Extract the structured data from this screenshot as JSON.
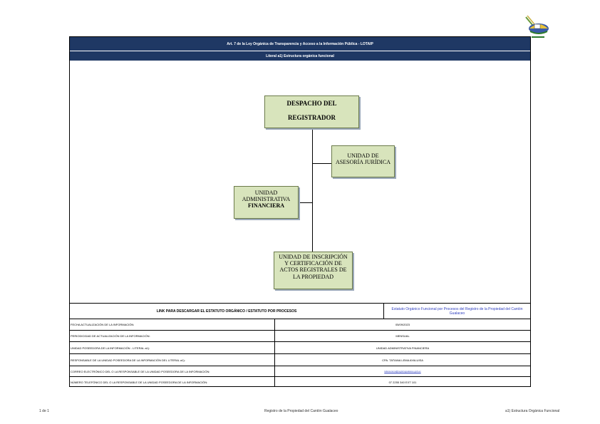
{
  "header": {
    "title": "Art. 7 de la Ley Orgánica de Transparencia y Acceso a la Información Pública - LOTAIP",
    "subtitle": "Literal a1) Estructura orgánica funcional"
  },
  "org_chart": {
    "root": [
      "DESPACHO DEL",
      "REGISTRADOR"
    ],
    "asesoria": [
      "UNIDAD DE",
      "ASESORÍA JURÍDICA"
    ],
    "administrativa": [
      "UNIDAD",
      "ADMINISTRATIVA",
      "FINANCIERA"
    ],
    "inscripcion": [
      "UNIDAD DE INSCRIPCIÓN",
      "Y CERTIFICACIÓN DE",
      "ACTOS REGISTRALES DE",
      "LA PROPIEDAD"
    ]
  },
  "link_row": {
    "label": "LINK PARA DESCARGAR EL ESTATUTO ORGÁNICO / ESTATUTO POR PROCESOS",
    "value": "Estatuto Orgánico Funcional por Procesos del Registro de la Propiedad del Cantón Gualaceo"
  },
  "info_rows": [
    {
      "label": "FECHA ACTUALIZACIÓN DE LA INFORMACIÓN:",
      "value": "05/09/2023"
    },
    {
      "label": "PERIODICIDAD DE ACTUALIZACIÓN DE LA INFORMACIÓN:",
      "value": "MENSUAL"
    },
    {
      "label": "UNIDAD POSEEDORA DE LA INFORMACIÓN - LITERAL a1):",
      "value": "UNIDAD ADMINISTRATIVA FINANCIERA"
    },
    {
      "label": "RESPONSABLE DE LA UNIDAD POSEEDORA DE LA INFORMACIÓN DEL LITERAL a1):",
      "value": "CPA. TATIANA LEMA AYALUISA"
    },
    {
      "label": "CORREO ELECTRÓNICO DEL O LA RESPONSABLE DE LA UNIDAD POSEEDORA DE LA INFORMACIÓN:",
      "value": "tatiana.lema@registrogualaceo.gob.ec"
    },
    {
      "label": "NÚMERO TELEFÓNICO DEL O LA RESPONSABLE DE LA UNIDAD POSEEDORA DE LA INFORMACIÓN:",
      "value": "07 2255 340 EXT 101"
    }
  ],
  "footer": {
    "page": "1 de 1",
    "center": "Registro de la Propiedad del Cantón Gualaceo",
    "right": "a1) Estructura Orgánica Funcional"
  },
  "logo": {
    "icon": "municipal-logo-icon"
  }
}
